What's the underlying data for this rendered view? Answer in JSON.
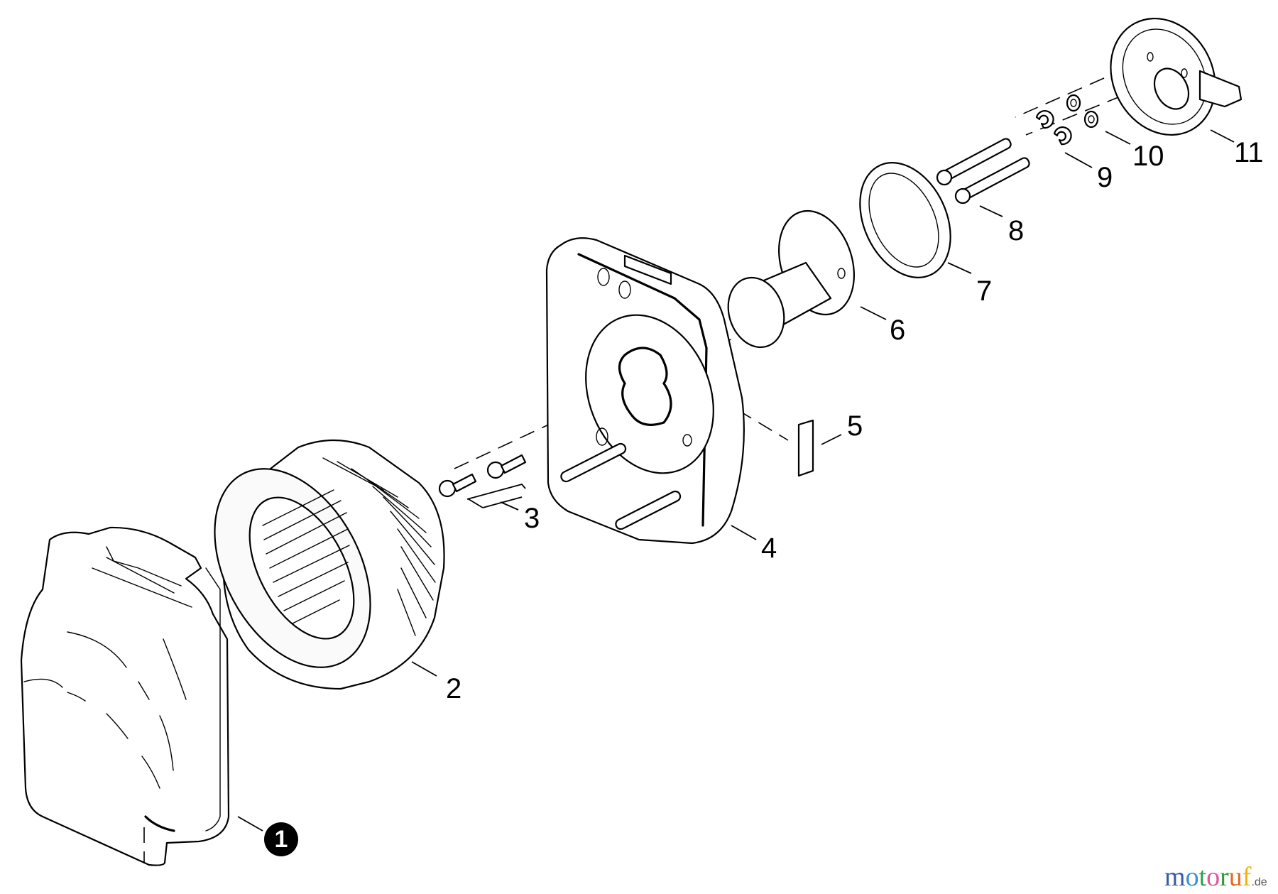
{
  "diagram": {
    "type": "exploded-parts-diagram",
    "subject": "air filter assembly",
    "parts": [
      {
        "number": "1",
        "name": "cover",
        "style": "circled"
      },
      {
        "number": "2",
        "name": "filter element"
      },
      {
        "number": "3",
        "name": "screws"
      },
      {
        "number": "4",
        "name": "filter housing base plate"
      },
      {
        "number": "5",
        "name": "gasket / plate"
      },
      {
        "number": "6",
        "name": "intake adapter"
      },
      {
        "number": "7",
        "name": "seal ring"
      },
      {
        "number": "8",
        "name": "socket head bolts"
      },
      {
        "number": "9",
        "name": "retaining clips"
      },
      {
        "number": "10",
        "name": "washers"
      },
      {
        "number": "11",
        "name": "flange plate"
      }
    ]
  },
  "watermark": {
    "letters": [
      {
        "char": "m",
        "color": "#3b5ba8"
      },
      {
        "char": "o",
        "color": "#3b8fd0"
      },
      {
        "char": "t",
        "color": "#2aa34a"
      },
      {
        "char": "o",
        "color": "#e0569b"
      },
      {
        "char": "r",
        "color": "#2f9b3c"
      },
      {
        "char": "u",
        "color": "#e46a1c"
      },
      {
        "char": "f",
        "color": "#f2b50f"
      }
    ],
    "tld": ".de"
  }
}
